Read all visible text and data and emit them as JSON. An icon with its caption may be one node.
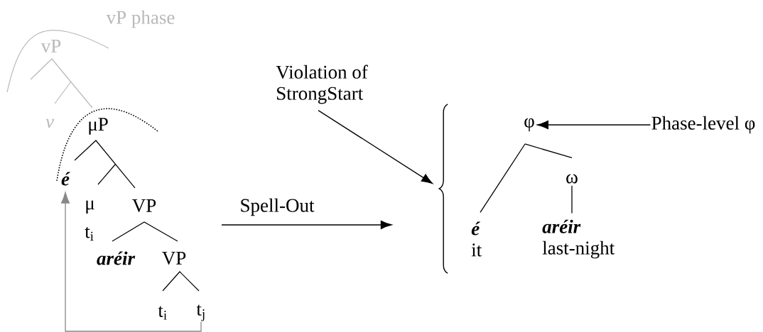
{
  "diagram": {
    "nodes": [
      {
        "text": [
          "vP phase"
        ]
      },
      {
        "text": [
          "vP"
        ]
      },
      {
        "text": [
          "v"
        ]
      },
      {
        "text": [
          "μP"
        ]
      },
      {
        "text": [
          "é"
        ]
      },
      {
        "text": [
          "μ",
          "t$_{i}$"
        ]
      },
      {
        "text": [
          "VP"
        ]
      },
      {
        "text": [
          "aréir"
        ]
      },
      {
        "text": [
          "VP"
        ]
      },
      {
        "text": [
          "t$_{i}$"
        ]
      },
      {
        "text": [
          "t$_{j}$"
        ]
      },
      {
        "text": [
          "Violation of",
          "StrongStart"
        ]
      },
      {
        "text": [
          "φ"
        ]
      },
      {
        "text": [
          "Phase-level φ"
        ]
      },
      {
        "text": [
          "ω"
        ]
      },
      {
        "text": [
          "é",
          "it"
        ]
      },
      {
        "text": [
          "aréir",
          "last-night"
        ]
      },
      {
        "text": [],
        "shape": "brace"
      }
    ],
    "edges": [
      {
        "from": 10,
        "to": 4,
        "arrow": "to",
        "color": "#888888"
      },
      {
        "from": null,
        "to": 17,
        "arrow": "to",
        "label": "Spell-Out"
      },
      {
        "from": 11,
        "to": 17,
        "arrow": "to"
      },
      {
        "from": 13,
        "to": 12,
        "arrow": "to"
      },
      {
        "from": 12,
        "to": 15,
        "arrow": "none"
      },
      {
        "from": 12,
        "to": 14,
        "arrow": "none"
      },
      {
        "from": 14,
        "to": 16,
        "arrow": "none"
      }
    ]
  }
}
